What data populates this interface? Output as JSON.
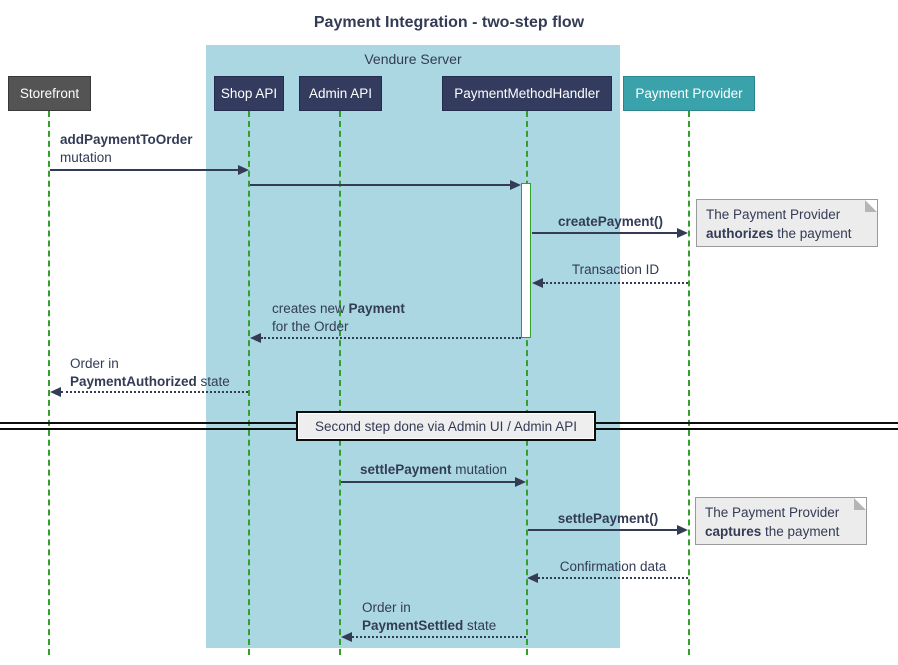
{
  "title": "Payment Integration - two-step flow",
  "container": {
    "label": "Vendure Server"
  },
  "participants": {
    "storefront": {
      "label": "Storefront"
    },
    "shop_api": {
      "label": "Shop API"
    },
    "admin_api": {
      "label": "Admin API"
    },
    "payment_method_handler": {
      "label": "PaymentMethodHandler"
    },
    "payment_provider": {
      "label": "Payment Provider"
    }
  },
  "messages": {
    "add_payment_to_order": {
      "line1_bold": "addPaymentToOrder",
      "line2": "mutation"
    },
    "create_payment": {
      "bold": "createPayment()"
    },
    "transaction_id": {
      "text": "Transaction ID"
    },
    "creates_new_payment": {
      "line1_pre": "creates new ",
      "line1_bold": "Payment",
      "line2": "for the Order"
    },
    "order_payment_authorized": {
      "line1": "Order in",
      "line2_bold": "PaymentAuthorized",
      "line2_post": " state"
    },
    "settle_payment_mutation": {
      "bold": "settlePayment",
      "post": " mutation"
    },
    "settle_payment_call": {
      "bold": "settlePayment()"
    },
    "confirmation_data": {
      "text": "Confirmation data"
    },
    "order_payment_settled": {
      "line1": "Order in",
      "line2_bold": "PaymentSettled",
      "line2_post": " state"
    }
  },
  "notes": {
    "authorize": {
      "line1": "The Payment Provider",
      "line2_bold": "authorizes",
      "line2_post": " the payment"
    },
    "capture": {
      "line1": "The Payment Provider",
      "line2_bold": "captures",
      "line2_post": " the payment"
    }
  },
  "divider": {
    "label": "Second step done via Admin UI / Admin API"
  },
  "colors": {
    "text_navy": "#333b55",
    "participant_fill": "#333c5f",
    "storefront_fill": "#545454",
    "provider_fill": "#3aa2ab",
    "server_fill": "#abd7e3",
    "lifeline_green": "#33a02c",
    "note_fill": "#ececec"
  }
}
